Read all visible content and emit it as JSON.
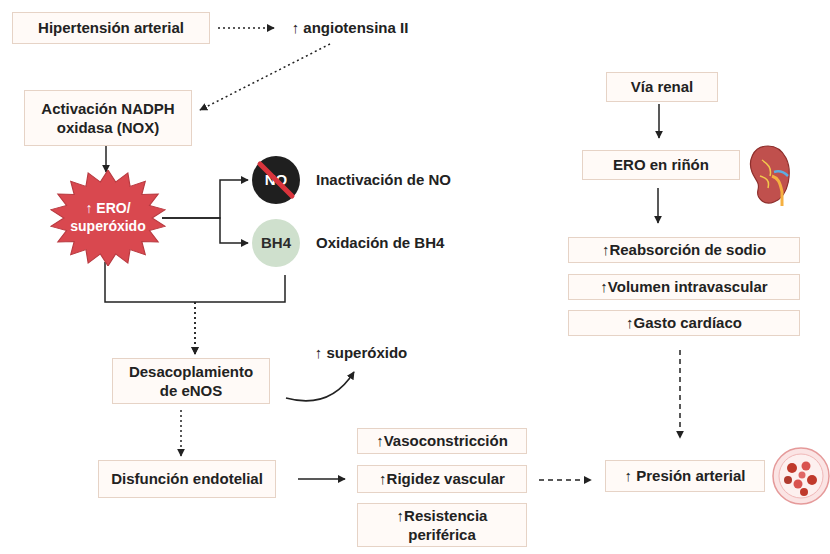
{
  "diagram": {
    "nodes": [
      {
        "text": [
          "Hipertensión arterial"
        ]
      },
      {
        "text": [
          "↑ angiotensina II"
        ]
      },
      {
        "text": [
          "Activación NADPH oxidasa (NOX)"
        ]
      },
      {
        "text": [
          "Vía renal"
        ]
      },
      {
        "text": [
          "↑ ERO/ superóxido"
        ]
      },
      {
        "text": [
          "NO",
          "Inactivación de NO"
        ]
      },
      {
        "text": [
          "BH4",
          "Oxidación de BH4"
        ]
      },
      {
        "text": [
          "ERO en riñón"
        ]
      },
      {
        "text": [
          "↑Reabsorción de sodio"
        ]
      },
      {
        "text": [
          "↑Volumen intravascular"
        ]
      },
      {
        "text": [
          "↑Gasto cardíaco"
        ]
      },
      {
        "text": [
          "Desacoplamiento de eNOS"
        ]
      },
      {
        "text": [
          "↑ superóxido"
        ]
      },
      {
        "text": [
          "↑Vasoconstricción"
        ]
      },
      {
        "text": [
          "Disfunción endotelial"
        ]
      },
      {
        "text": [
          "↑Rigidez vascular"
        ]
      },
      {
        "text": [
          "↑ Presión arterial"
        ]
      },
      {
        "text": [
          "↑Resistencia periférica"
        ]
      }
    ],
    "edges": [
      {
        "from": 0,
        "to": 1,
        "arrow": "to"
      },
      {
        "from": 1,
        "to": 2,
        "arrow": "to"
      },
      {
        "from": 2,
        "to": 4,
        "arrow": "to"
      },
      {
        "from": 4,
        "to": 5,
        "arrow": "to"
      },
      {
        "from": 4,
        "to": 6,
        "arrow": "to"
      },
      {
        "from": 4,
        "to": 11,
        "arrow": "to"
      },
      {
        "from": 6,
        "to": 11,
        "arrow": "to"
      },
      {
        "from": 11,
        "to": 12,
        "arrow": "to"
      },
      {
        "from": 11,
        "to": 14,
        "arrow": "to"
      },
      {
        "from": 14,
        "to": 15,
        "arrow": "to"
      },
      {
        "from": 15,
        "to": 16,
        "arrow": "to"
      },
      {
        "from": 3,
        "to": 7,
        "arrow": "to"
      },
      {
        "from": 7,
        "to": 8,
        "arrow": "to"
      },
      {
        "from": 10,
        "to": 16,
        "arrow": "to"
      }
    ]
  }
}
